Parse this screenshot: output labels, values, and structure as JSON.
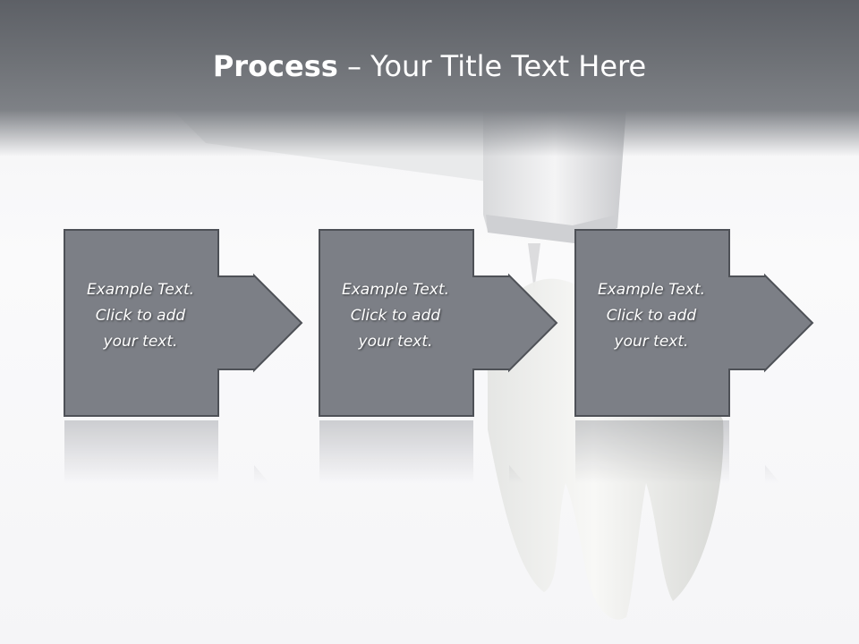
{
  "title": {
    "bold": "Process",
    "rest": " – Your Title Text Here"
  },
  "steps": [
    {
      "lines": [
        "Example Text.",
        "Click  to add",
        "your text."
      ]
    },
    {
      "lines": [
        "Example Text.",
        "Click  to add",
        "your text."
      ]
    },
    {
      "lines": [
        "Example Text.",
        "Click  to add",
        "your text."
      ]
    }
  ],
  "colors": {
    "header": "#6f7277",
    "box_fill": "#7c7f86",
    "box_border": "#4e5157",
    "text": "#ffffff"
  }
}
